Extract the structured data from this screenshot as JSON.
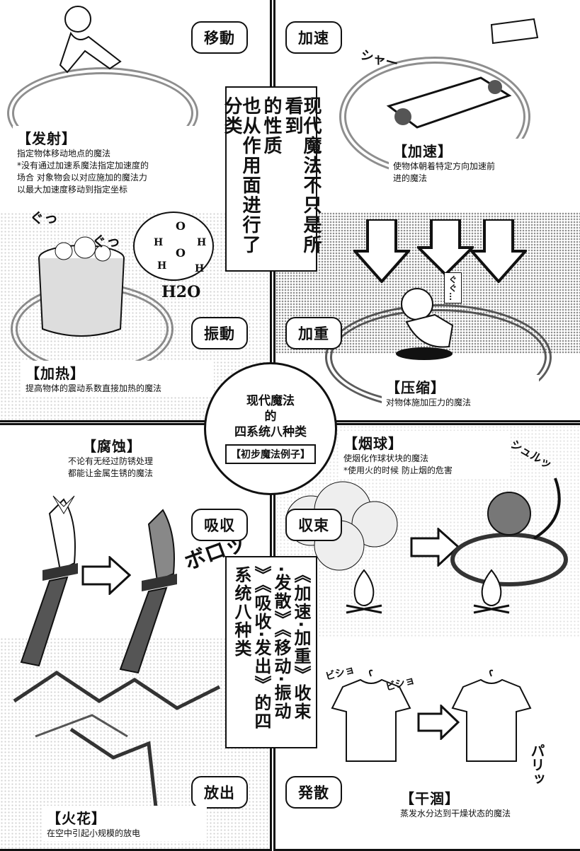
{
  "categories": {
    "move": "移動",
    "accel": "加速",
    "vibrate": "振動",
    "weight": "加重",
    "absorb": "吸収",
    "converge": "収束",
    "emit": "放出",
    "diffuse": "発散"
  },
  "center": {
    "line1": "现代魔法",
    "line2": "的",
    "line3": "四系统八种类",
    "subtitle": "【初步魔法例子】"
  },
  "narration_top": {
    "col1": "现代魔法不只是所看到",
    "col2": "的性质",
    "col3": "也从作用面进行了分类"
  },
  "narration_bottom": {
    "col1": "《加速·加重》收束",
    "col2": "·发散》《移动·振动",
    "col3": "》《吸收·发出》的四",
    "col4": "系统八种类"
  },
  "spells": {
    "launch": {
      "title": "【发射】",
      "desc": "指定物体移动地点的魔法",
      "note1": "*没有通过加速系魔法指定加速度的",
      "note2": "场合 对象物会以对应施加的魔法力",
      "note3": "以最大加速度移动到指定坐标"
    },
    "accel": {
      "title": "【加速】",
      "desc1": "使物体朝着特定方向加速前",
      "desc2": "进的魔法"
    },
    "heat": {
      "title": "【加热】",
      "desc": "提高物体的震动系数直接加热的魔法"
    },
    "compress": {
      "title": "【压缩】",
      "desc": "对物体施加压力的魔法"
    },
    "corrode": {
      "title": "【腐蚀】",
      "desc1": "不论有无经过防锈处理",
      "desc2": "都能让金属生锈的魔法"
    },
    "smokeball": {
      "title": "【烟球】",
      "desc": "使烟化作球状块的魔法",
      "note": "*使用火的时候 防止烟的危害"
    },
    "spark": {
      "title": "【火花】",
      "desc": "在空中引起小规模的放电"
    },
    "dry": {
      "title": "【干涸】",
      "desc": "蒸发水分达到干燥状态的魔法"
    }
  },
  "sfx": {
    "swish": "シャー",
    "gu1": "ぐっ",
    "gu2": "ぐっ",
    "h2o": "H2O",
    "h": "H",
    "o": "O",
    "press": "ぐぐ…",
    "shurururu": "シュルッ",
    "boro": "ボロッ",
    "bisho1": "ビショ",
    "bisho2": "ビショ",
    "pari": "パリッ"
  }
}
